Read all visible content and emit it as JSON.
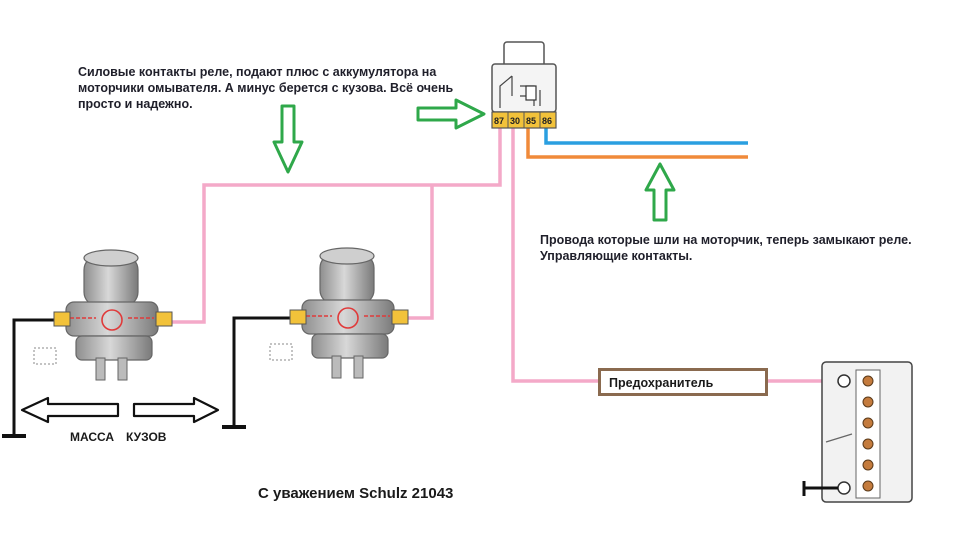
{
  "notes": {
    "relay_power": [
      "Силовые контакты реле, подают плюс с аккумулятора на",
      "моторчики омывателя. А минус берется с кузова. Всё очень",
      "просто и надежно."
    ],
    "control_wires": [
      "Провода которые шли на моторчик, теперь замыкают реле.",
      "Управляющие контакты."
    ]
  },
  "relay": {
    "pins": [
      "87",
      "30",
      "85",
      "86"
    ]
  },
  "fuse": {
    "label": "Предохранитель"
  },
  "ground_labels": {
    "massa": "МАССА",
    "kuzov": "КУЗОВ"
  },
  "signature": "С уважением Schulz 21043",
  "colors": {
    "positive_wire": "#f4a9c8",
    "control_wire_blue": "#2a9fe0",
    "control_wire_orange": "#f08a3a",
    "arrow_green": "#2fa84a",
    "relay_pin_block": "#f2c23a",
    "fuse_border": "#8a6a4f",
    "ground_wire": "#111111"
  }
}
